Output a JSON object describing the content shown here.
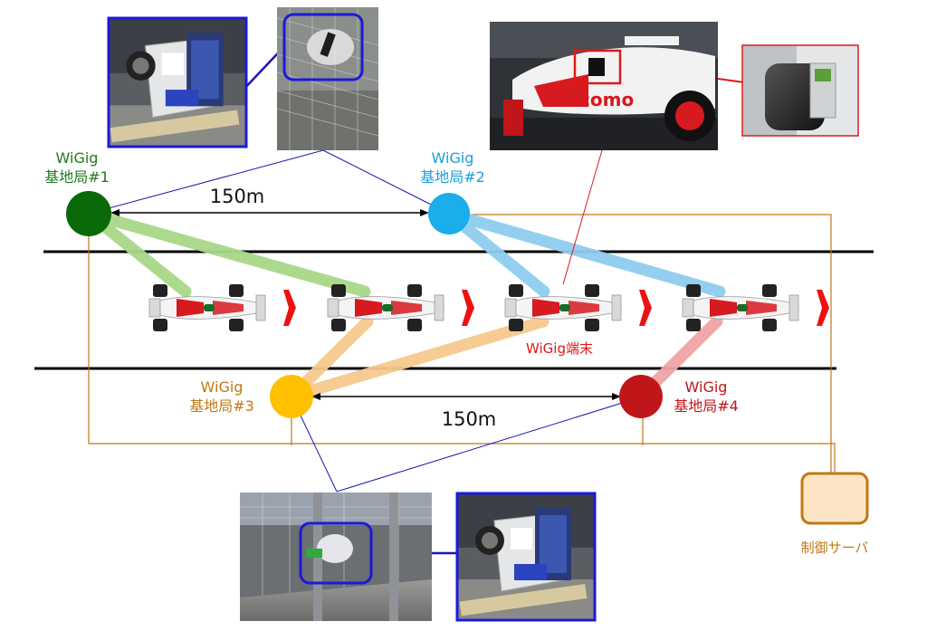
{
  "stations": [
    {
      "id": "bs1",
      "line1": "WiGig",
      "line2": "基地局#1",
      "color": "#0a6a0a",
      "text_color": "#1f7a1f"
    },
    {
      "id": "bs2",
      "line1": "WiGig",
      "line2": "基地局#2",
      "color": "#1aaeea",
      "text_color": "#1aa0d8"
    },
    {
      "id": "bs3",
      "line1": "WiGig",
      "line2": "基地局#3",
      "color": "#ffc000",
      "text_color": "#c07818"
    },
    {
      "id": "bs4",
      "line1": "WiGig",
      "line2": "基地局#4",
      "color": "#c0161a",
      "text_color": "#c0161a"
    }
  ],
  "distance_top": "150m",
  "distance_bottom": "150m",
  "terminal_label": "WiGig端末",
  "server_label": "制御サーバ",
  "car_text": "docomo",
  "colors": {
    "wire": "#c07818",
    "thin_link": "#1818b0",
    "callout_red": "#e01818",
    "frame_blue": "#1a1ad8",
    "server_fill": "#fde4c4",
    "green_beam": "#a8d888",
    "blue_beam": "#90cdf0",
    "orange_beam": "#f7c98f",
    "red_beam": "#f1a4a4",
    "arrow_red": "#ee1111"
  }
}
